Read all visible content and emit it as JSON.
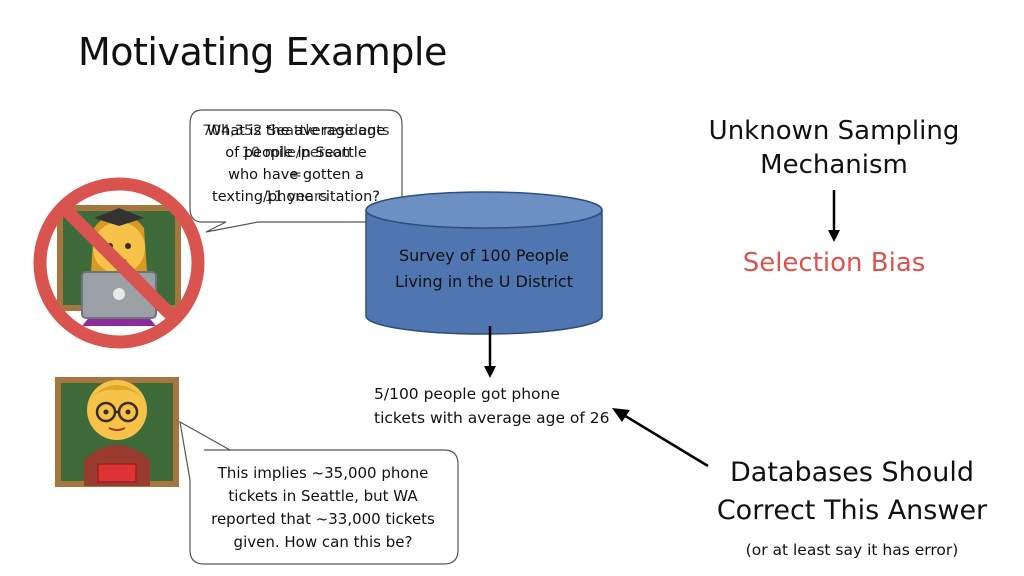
{
  "slide": {
    "title": "Motivating Example",
    "top_bubble_lines": [
      "What is the average age",
      "of people in Seattle",
      "who have gotten a",
      "texting/phone citation?"
    ],
    "top_bubble_overlay_lines": [
      "704,352 Seattle residents",
      "10 mile/person",
      "=",
      "11 years"
    ],
    "cylinder_text_lines": [
      "Survey of 100 People",
      "Living in the U District"
    ],
    "result_lines": [
      "5/100 people got phone",
      "tickets with average age of 26"
    ],
    "bottom_bubble_lines": [
      "This implies ~35,000 phone",
      "tickets in Seattle, but WA",
      "reported that  ~33,000 tickets",
      "given. How can this be?"
    ],
    "unknown_sampling_lines": [
      "Unknown Sampling",
      "Mechanism"
    ],
    "selection_bias": "Selection Bias",
    "databases_lines": [
      "Databases Should",
      "Correct This Answer"
    ],
    "error_note": "(or at least say it has error)"
  },
  "colors": {
    "cylinder_fill": "#4f76b0",
    "cylinder_stroke": "#2f4e7d",
    "selection_bias": "#d9534f",
    "forbidden_sign": "#d9534f"
  },
  "icons": [
    "woman-teacher-laptop-icon",
    "no-entry-sign-icon",
    "man-teacher-icon"
  ]
}
